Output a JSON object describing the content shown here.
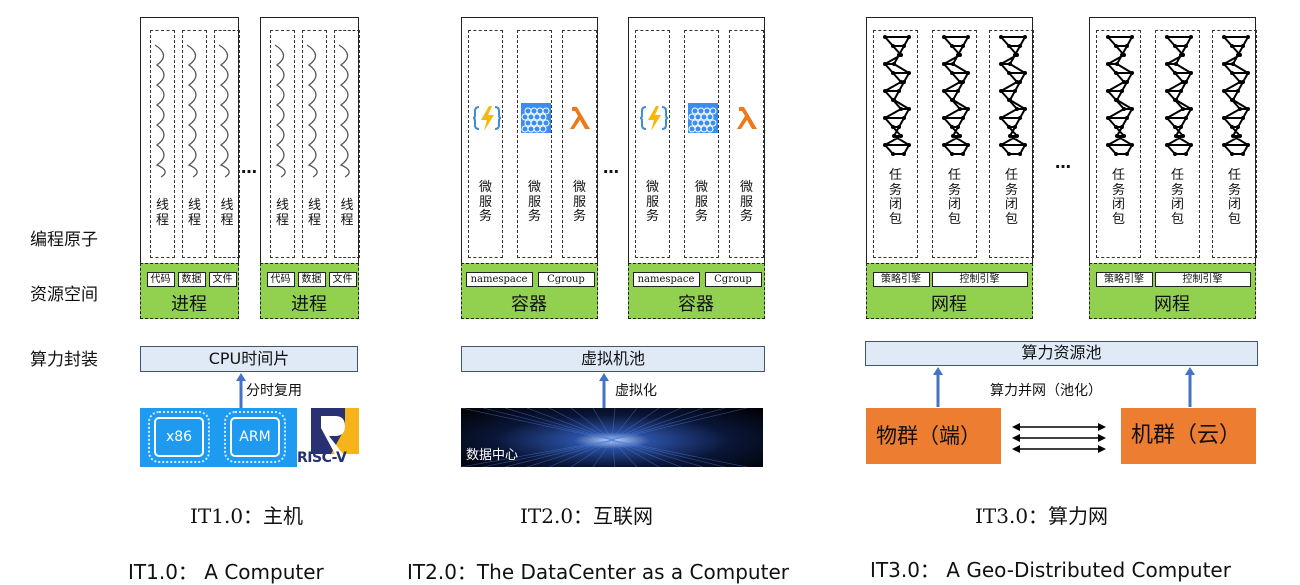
{
  "side_labels": [
    "编程原子",
    "资源空间",
    "算力封装"
  ],
  "eras": [
    {
      "cell_label": "线程",
      "resources": [
        "代码",
        "数据",
        "文件"
      ],
      "container_label": "进程",
      "pool": "CPU时间片",
      "arrow_label": "分时复用",
      "hardware": [
        "x86",
        "ARM",
        "RISC-V"
      ],
      "title_cn": "IT1.0：主机",
      "title_en": "IT1.0： A Computer"
    },
    {
      "cell_label": "微服务",
      "resources": [
        "namespace",
        "Cgroup"
      ],
      "container_label": "容器",
      "pool": "虚拟机池",
      "arrow_label": "虚拟化",
      "hardware": [
        "数据中心"
      ],
      "title_cn": "IT2.0：互联网",
      "title_en": "IT2.0：The DataCenter as a Computer"
    },
    {
      "cell_label": "任务闭包",
      "resources": [
        "策略引擎",
        "控制引擎"
      ],
      "container_label": "网程",
      "pool": "算力资源池",
      "arrow_label": "算力并网（池化）",
      "hardware": [
        "物群（端）",
        "机群（云）"
      ],
      "title_cn": "IT3.0：算力网",
      "title_en": "IT3.0： A Geo-Distributed Computer"
    }
  ],
  "ellipsis": "…",
  "colors": {
    "green": "#92d050",
    "orange": "#ed7d31",
    "pool": "#dfeaf6",
    "chip": "#1e9bf0",
    "arrow": "#4472c4"
  }
}
